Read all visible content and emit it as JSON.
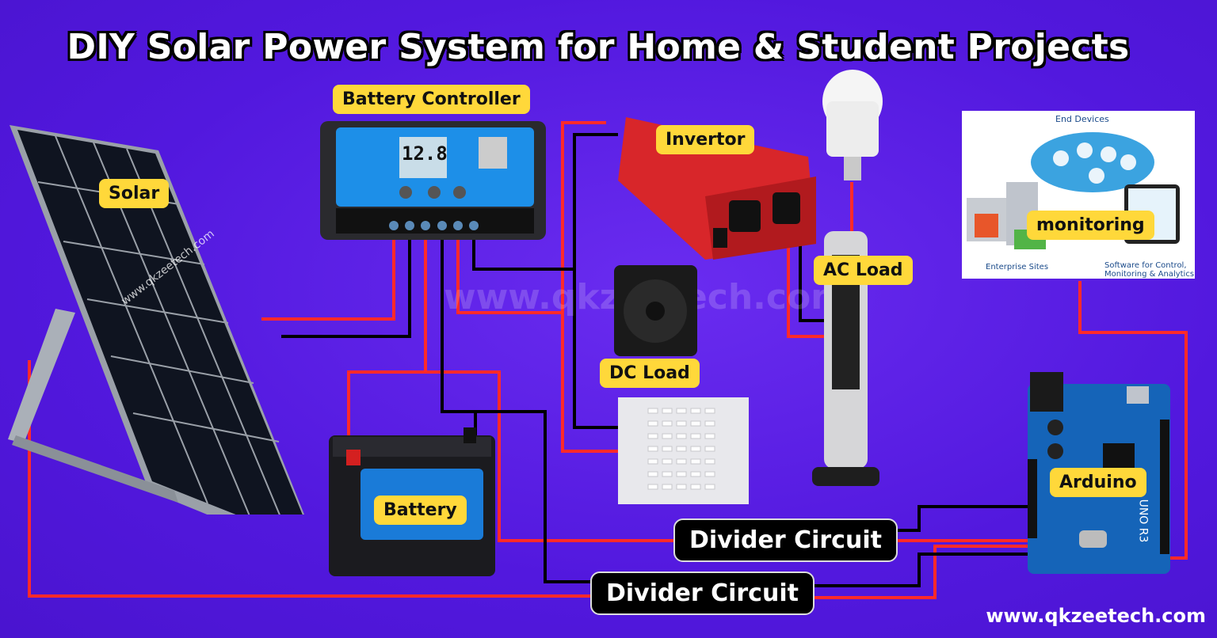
{
  "title": "DIY Solar Power System for Home & Student Projects",
  "labels": {
    "solar": "Solar",
    "battery_controller": "Battery Controller",
    "invertor": "Invertor",
    "ac_load": "AC Load",
    "dc_load": "DC Load",
    "battery": "Battery",
    "arduino": "Arduino",
    "monitoring": "monitoring"
  },
  "dividers": [
    "Divider Circuit",
    "Divider Circuit"
  ],
  "controller_display": "12.8",
  "monitoring_card": {
    "end_devices": "End Devices",
    "enterprise_sites": "Enterprise Sites",
    "software": "Software for Control,",
    "software2": "Monitoring & Analytics"
  },
  "arduino_board": "UNO R3",
  "watermark": "www.qkzeetech.com",
  "watermark_center": "www.qkzeetech.com",
  "watermark_diag": "www.qkzeetech.com",
  "colors": {
    "background": "#5b1ee0",
    "label_bg": "#ffd83a",
    "red_wire": "#ff2a2a",
    "black_wire": "#000000"
  }
}
